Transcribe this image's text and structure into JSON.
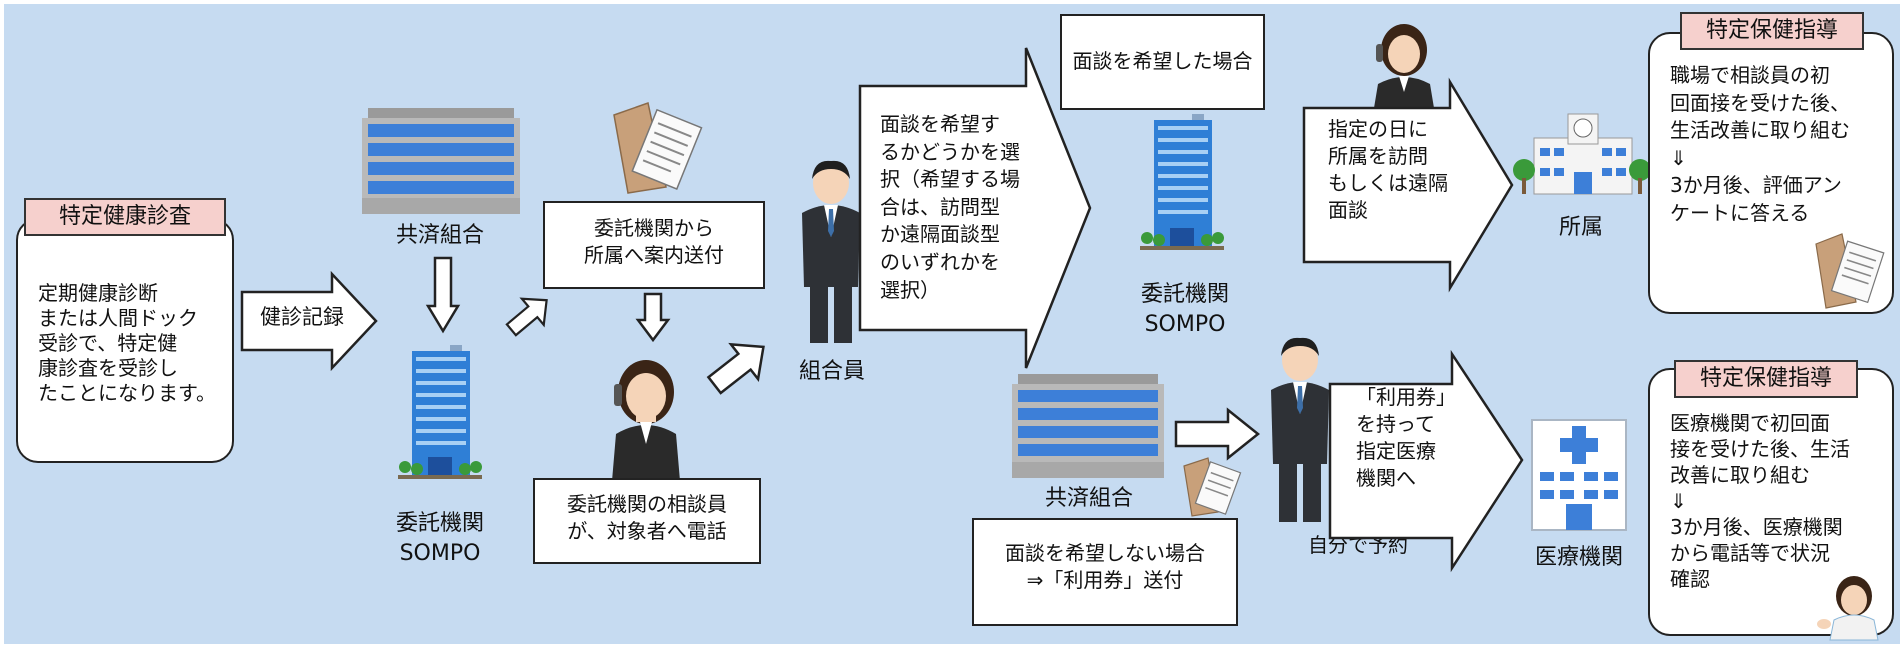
{
  "exam": {
    "tag": "特定健康診査",
    "text": "定期健康診断\nまたは人間ドック\n受診で、特定健\n康診査を受診し\nたことになります。"
  },
  "arrow_checkup": "健診記録",
  "kyosai_top": "共済組合",
  "itaku_left": "委託機関\nSOMPO",
  "notice_box": "委託機関から\n所属へ案内送付",
  "call_box": "委託機関の相談員\nが、対象者へ電話",
  "member_label": "組合員",
  "choice_text": "面談を希望す\nるかどうかを選\n択（希望する場\n合は、訪問型\nか遠隔面談型\nのいずれかを\n選択）",
  "want_box": "面談を希望した場合",
  "itaku_right": "委託機関\nSOMPO",
  "visit_text": "指定の日に\n所属を訪問\nもしくは遠隔\n面談",
  "office_label": "所属",
  "guidance_top": {
    "tag": "特定保健指導",
    "text": "職場で相談員の初\n回面接を受けた後、\n生活改善に取り組む\n⇓\n3か月後、評価アン\nケートに答える"
  },
  "kyosai_bottom": "共済組合",
  "nowant_box": "面談を希望しない場合\n⇒「利用券」送付",
  "self_booking": "自分で予約",
  "voucher_text": "「利用券」\nを持って\n指定医療\n機関へ",
  "hospital_label": "医療機関",
  "guidance_bottom": {
    "tag": "特定保健指導",
    "text": "医療機関で初回面\n接を受けた後、生活\n改善に取り組む\n⇓\n3か月後、医療機関\nから電話等で状況\n確認"
  }
}
